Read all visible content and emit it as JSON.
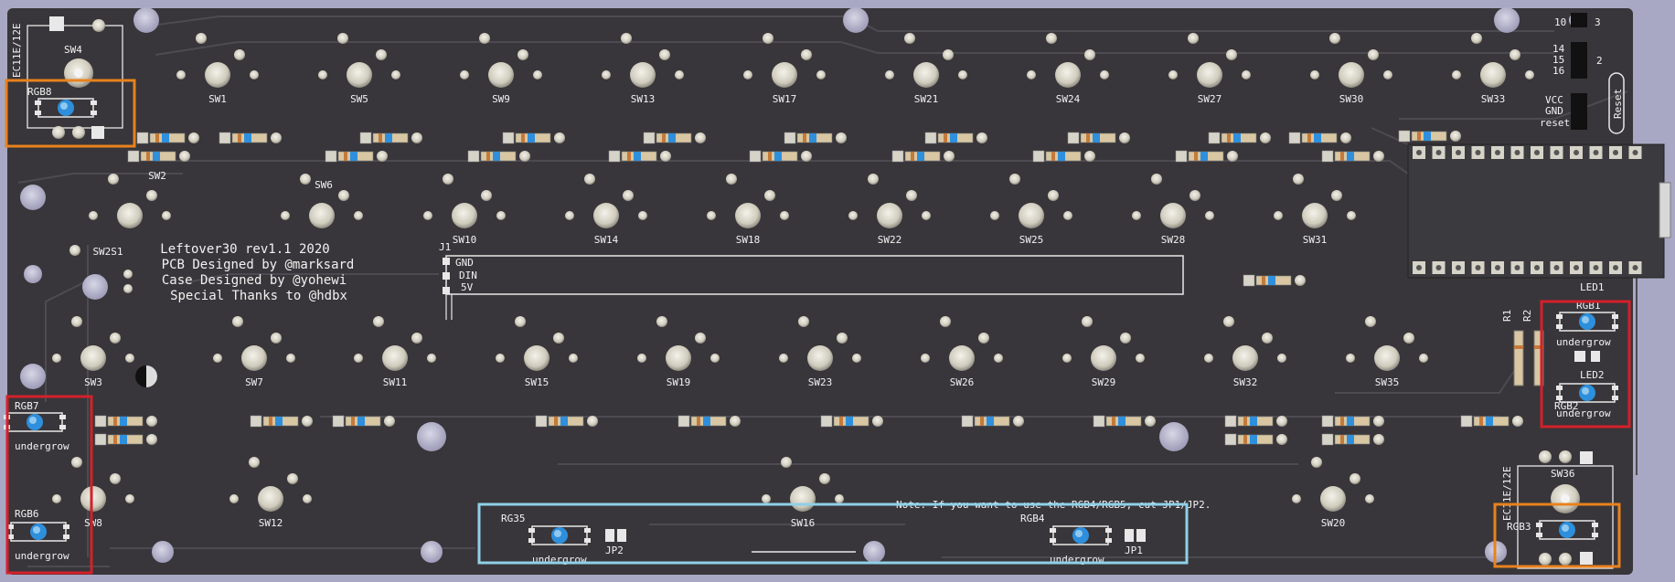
{
  "board": {
    "title_lines": [
      "Leftover30 rev1.1 2020",
      "PCB Designed by @marksard",
      "Case Designed by @yohewi",
      "Special Thanks to @hdbx"
    ],
    "note": "Note: If you want to use the RGB4/RGB5, cut JP1/JP2.",
    "colors": {
      "background": "#a9a8c4",
      "board": "#38363a",
      "trace": "#4a484d",
      "silkscreen": "#f2f2f2",
      "pad": "#d6d3c8",
      "led_blue": "#2e8fdc",
      "highlight_orange": "#e8821e",
      "highlight_red": "#d4202a",
      "highlight_cyan": "#8fd0e8",
      "resistor_stripe": "#c47a3a"
    }
  },
  "switches": [
    {
      "id": "sw1",
      "label": "SW1"
    },
    {
      "id": "sw2",
      "label": "SW2"
    },
    {
      "id": "sw3",
      "label": "SW3"
    },
    {
      "id": "sw4",
      "label": "SW4"
    },
    {
      "id": "sw5",
      "label": "SW5"
    },
    {
      "id": "sw6",
      "label": "SW6"
    },
    {
      "id": "sw7",
      "label": "SW7"
    },
    {
      "id": "sw8",
      "label": "SW8"
    },
    {
      "id": "sw9",
      "label": "SW9"
    },
    {
      "id": "sw10",
      "label": "SW10"
    },
    {
      "id": "sw11",
      "label": "SW11"
    },
    {
      "id": "sw12",
      "label": "SW12"
    },
    {
      "id": "sw13",
      "label": "SW13"
    },
    {
      "id": "sw14",
      "label": "SW14"
    },
    {
      "id": "sw15",
      "label": "SW15"
    },
    {
      "id": "sw16",
      "label": "SW16"
    },
    {
      "id": "sw17",
      "label": "SW17"
    },
    {
      "id": "sw18",
      "label": "SW18"
    },
    {
      "id": "sw19",
      "label": "SW19"
    },
    {
      "id": "sw20",
      "label": "SW20"
    },
    {
      "id": "sw21",
      "label": "SW21"
    },
    {
      "id": "sw22",
      "label": "SW22"
    },
    {
      "id": "sw23",
      "label": "SW23"
    },
    {
      "id": "sw24",
      "label": "SW24"
    },
    {
      "id": "sw25",
      "label": "SW25"
    },
    {
      "id": "sw26",
      "label": "SW26"
    },
    {
      "id": "sw27",
      "label": "SW27"
    },
    {
      "id": "sw28",
      "label": "SW28"
    },
    {
      "id": "sw29",
      "label": "SW29"
    },
    {
      "id": "sw30",
      "label": "SW30"
    },
    {
      "id": "sw31",
      "label": "SW31"
    },
    {
      "id": "sw32",
      "label": "SW32"
    },
    {
      "id": "sw33",
      "label": "SW33"
    },
    {
      "id": "sw35",
      "label": "SW35"
    },
    {
      "id": "sw36",
      "label": "SW36"
    },
    {
      "id": "sw2s1",
      "label": "SW2S1"
    }
  ],
  "rgb": {
    "rgb1": "RGB1",
    "rgb2": "RGB2",
    "rgb3": "RGB3",
    "rgb4": "RGB4",
    "rgb5": "RG35",
    "rgb6": "RGB6",
    "rgb7": "RGB7",
    "rgb8": "RGB8",
    "underglow": "undergrow"
  },
  "encoder_label": "EC11E/12E",
  "led": {
    "led1": "LED1",
    "led2": "LED2"
  },
  "resistors": {
    "r1": "R1",
    "r2": "R2"
  },
  "jumpers": {
    "jp1": "JP1",
    "jp2": "JP2"
  },
  "header_j1": {
    "name": "J1",
    "pins": [
      "GND",
      "DIN",
      "5V"
    ]
  },
  "right_header": {
    "pins_top": [
      "10",
      "3"
    ],
    "pins_mid": [
      "14",
      "15",
      "16"
    ],
    "mid_num": "2",
    "pins_power": [
      "VCC",
      "GND",
      "reset"
    ],
    "reset_label": "Reset"
  }
}
